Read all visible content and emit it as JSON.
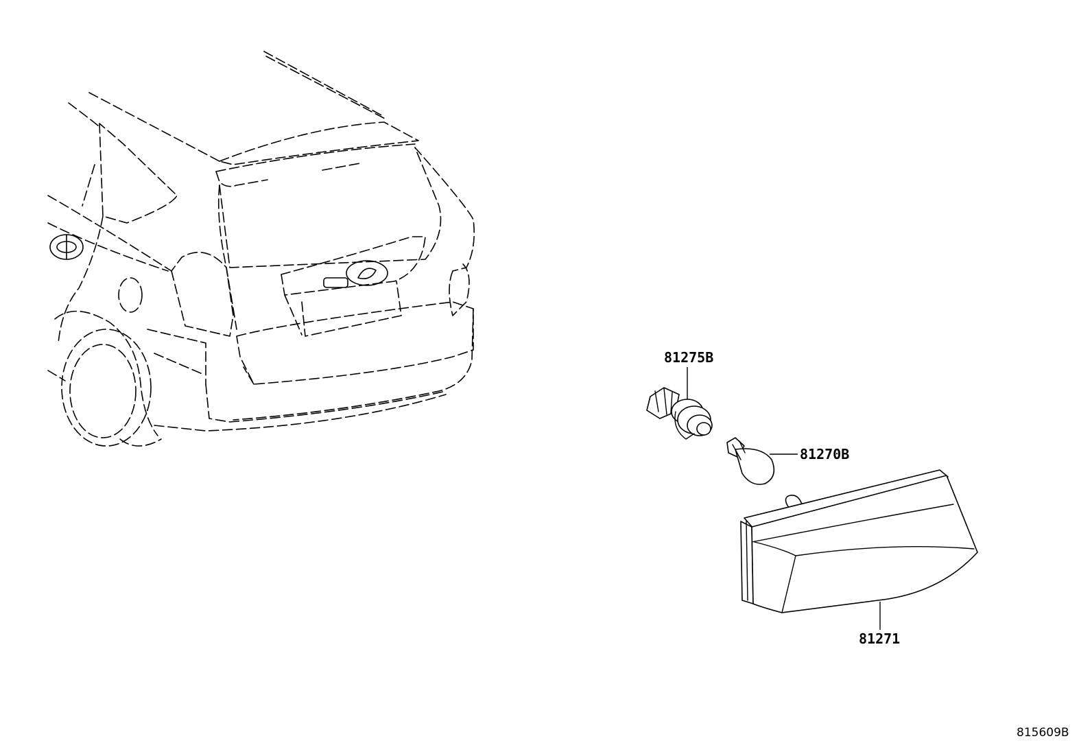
{
  "parts": [
    {
      "number": "81275B"
    },
    {
      "number": "81270B"
    },
    {
      "number": "81271"
    }
  ],
  "drawing_ref": "815609B"
}
